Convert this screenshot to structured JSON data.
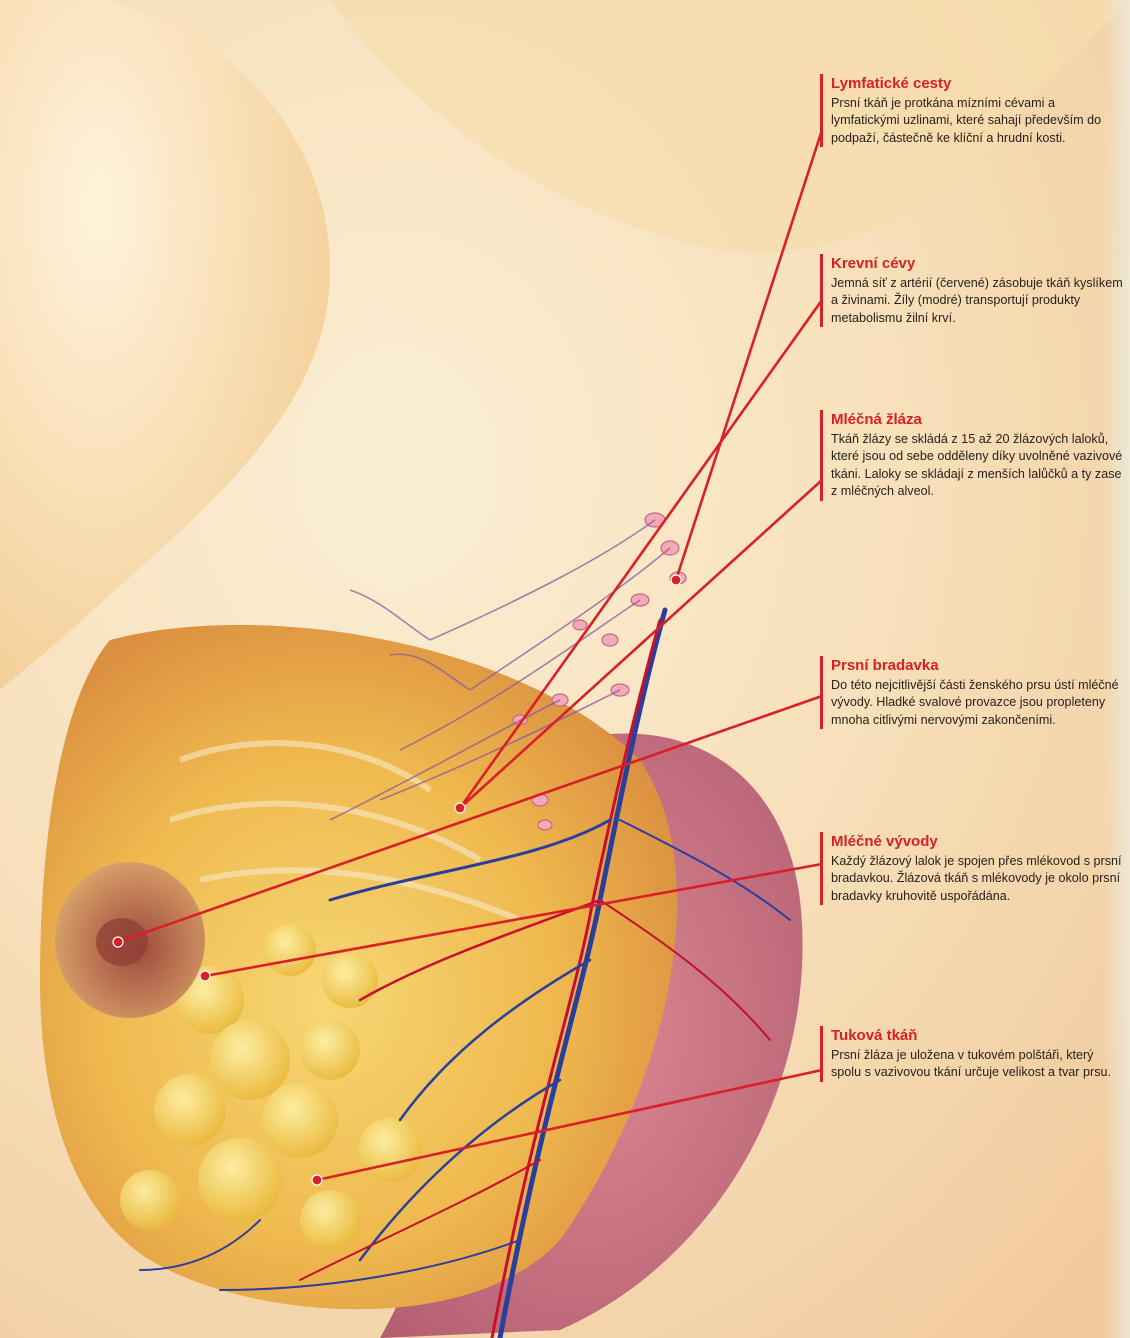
{
  "colors": {
    "accent_red": "#d92027",
    "text_dark": "#2a211c",
    "skin_light": "#f6d9a6",
    "skin_mid": "#eeb56e",
    "fat_yellow": "#f2c842",
    "vein_blue": "#2a3f9c",
    "artery_red": "#c8102e",
    "muscle_pink": "#c2607a"
  },
  "callouts": [
    {
      "key": "lymph",
      "title": "Lymfatické cesty",
      "text": "Prsní tkáň je protkána mízními cévami a lymfatickými uzlinami, které sahají především do podpaží, částečně ke klíční a hrudní kosti."
    },
    {
      "key": "vessels",
      "title": "Krevní cévy",
      "text": "Jemná síť z artérií (červené) zásobuje tkáň kyslíkem a živinami. Žíly (modré) transportují produkty metabolismu žilní krví."
    },
    {
      "key": "gland",
      "title": "Mléčná žláza",
      "text": "Tkáň žlázy se skládá z 15 až 20 žlázových laloků, které jsou od sebe odděleny díky uvolněné vazivové tkáni. Laloky se skládají z menších lalůčků a ty zase z mléčných alveol."
    },
    {
      "key": "nipple",
      "title": "Prsní bradavka",
      "text": "Do této nejcitlivější části ženského prsu ústí mléčné vývody. Hladké svalové provazce jsou propleteny mnoha citlivými nervovými zakončeními."
    },
    {
      "key": "ducts",
      "title": "Mléčné vývody",
      "text": "Každý žlázový lalok je spojen přes mlékovod s prsní bradavkou. Žlázová tkáň s mlékovody je okolo prsní bradavky kruhovitě uspořádána."
    },
    {
      "key": "fat",
      "title": "Tuková tkáň",
      "text": "Prsní žláza je uložena v tukovém polštáři, který spolu s vazivovou tkání určuje velikost a tvar prsu."
    }
  ]
}
